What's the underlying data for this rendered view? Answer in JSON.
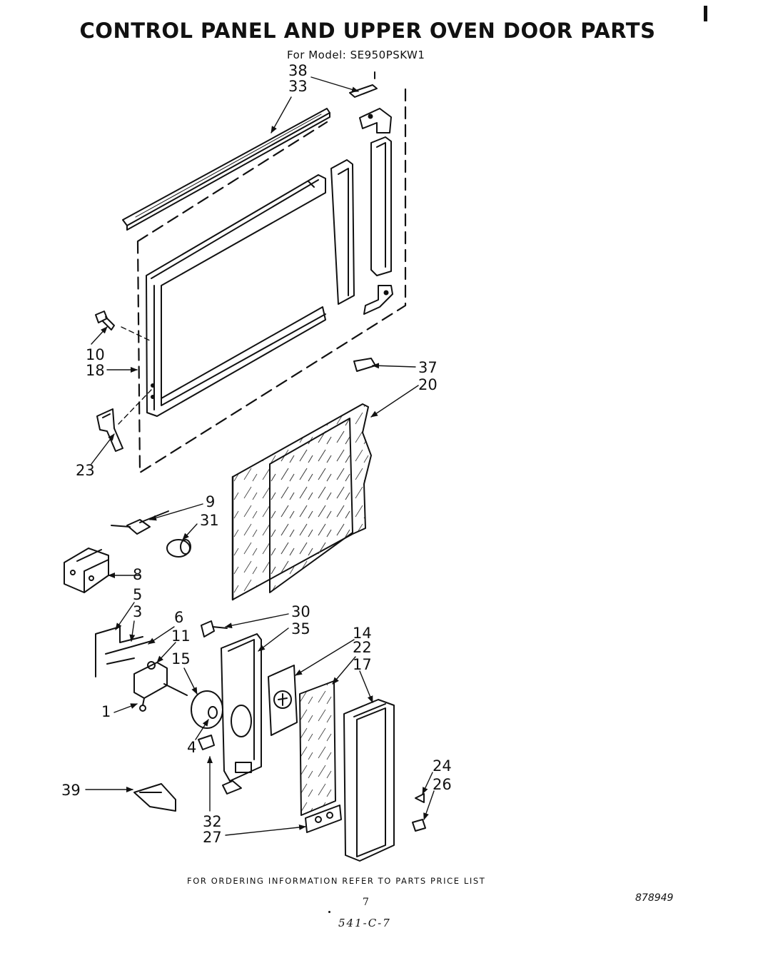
{
  "header": {
    "title": "CONTROL PANEL AND UPPER OVEN DOOR PARTS",
    "model_line": "For Model: SE950PSKW1"
  },
  "callouts": {
    "c38": "38",
    "c33": "33",
    "c10": "10",
    "c18": "18",
    "c23": "23",
    "c37": "37",
    "c20": "20",
    "c9": "9",
    "c31": "31",
    "c8": "8",
    "c5": "5",
    "c3": "3",
    "c6": "6",
    "c11": "11",
    "c15": "15",
    "c1": "1",
    "c4": "4",
    "c30": "30",
    "c35": "35",
    "c14": "14",
    "c22": "22",
    "c17": "17",
    "c24": "24",
    "c26": "26",
    "c39": "39",
    "c32": "32",
    "c27": "27"
  },
  "footer": {
    "ordering_note": "FOR ORDERING INFORMATION REFER TO PARTS PRICE LIST",
    "page_number": "7",
    "document_number": "878949",
    "handwritten_note": "541-C-7"
  }
}
